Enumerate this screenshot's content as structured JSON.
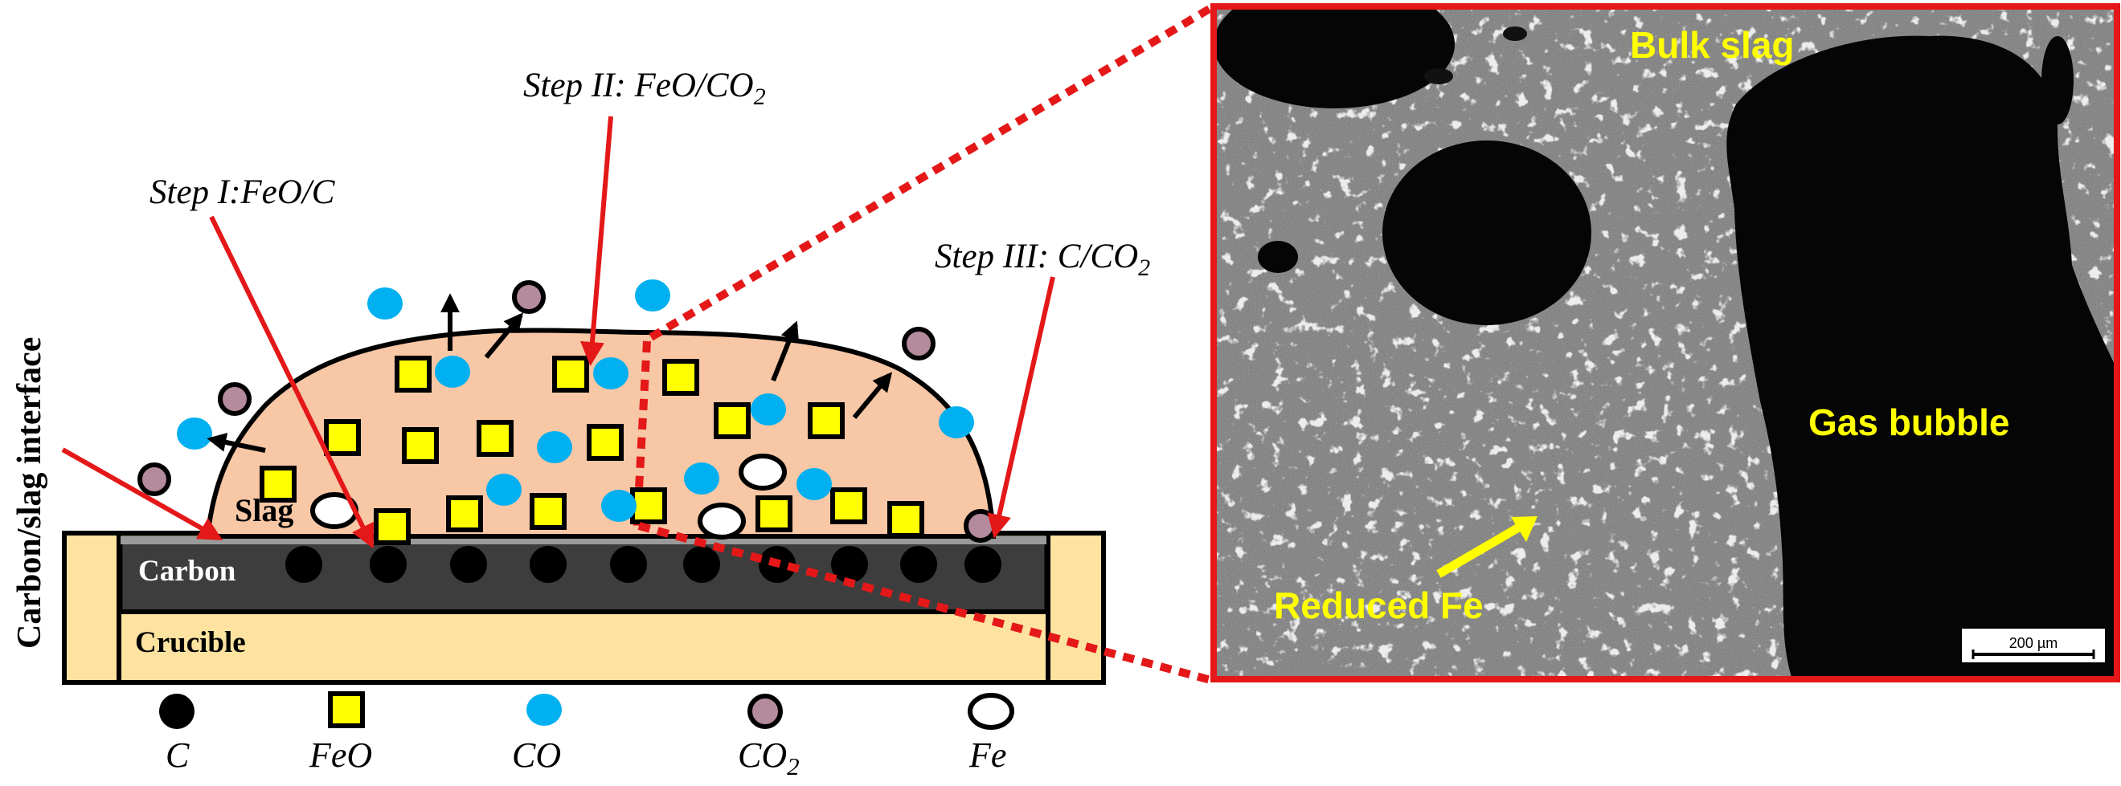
{
  "colors": {
    "slag_fill": "#f7c7a6",
    "crucible_fill": "#fde2a0",
    "carbon_fill": "#3d3d3d",
    "feo_fill": "#ffff00",
    "co_fill": "#00b0f0",
    "co2_fill": "#b48a9d",
    "arrow_red": "#e41818",
    "sem_label": "#ffff00"
  },
  "schematic": {
    "steps": {
      "step1": {
        "text": "Step I:FeO/C",
        "sub": ""
      },
      "step2": {
        "text": "Step II: FeO/CO",
        "sub": "2"
      },
      "step3": {
        "text": "Step III: C/CO",
        "sub": "2"
      }
    },
    "side_label": "Carbon/slag interface",
    "slag_label": "Slag",
    "carbon_label": "Carbon",
    "crucible_label": "Crucible"
  },
  "legend": [
    {
      "symbol": "black-circle",
      "label": "C",
      "sub": ""
    },
    {
      "symbol": "yellow-square",
      "label": "FeO",
      "sub": ""
    },
    {
      "symbol": "blue-circle",
      "label": "CO",
      "sub": ""
    },
    {
      "symbol": "mauve-circle",
      "label": "CO",
      "sub": "2"
    },
    {
      "symbol": "white-circle",
      "label": "Fe",
      "sub": ""
    }
  ],
  "micrograph": {
    "labels": {
      "bulk_slag": "Bulk slag",
      "gas_bubble": "Gas bubble",
      "reduced_fe": "Reduced Fe"
    },
    "scale_bar": "200 µm"
  }
}
